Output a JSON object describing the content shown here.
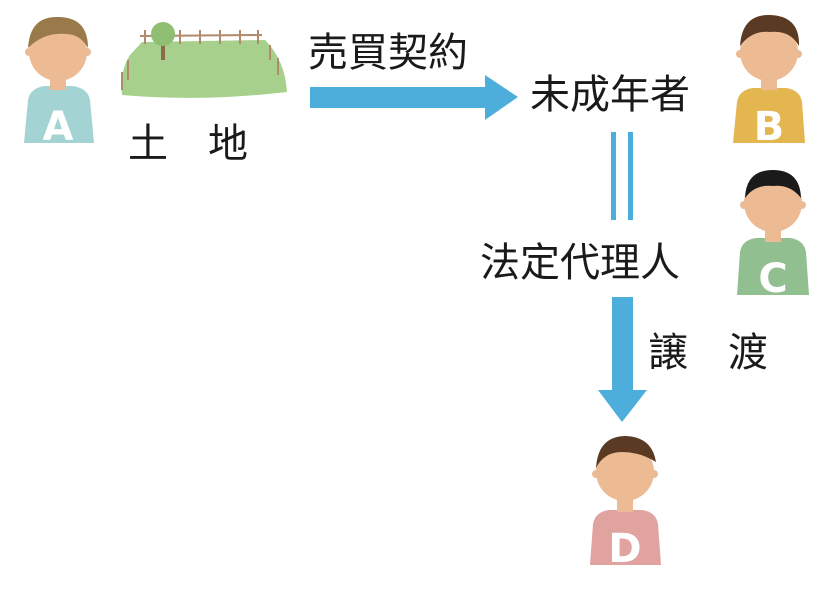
{
  "persons": [
    {
      "id": "A",
      "letter": "A",
      "body_color": "#a3d3d3",
      "hair_color": "#9a7a4a"
    },
    {
      "id": "B",
      "letter": "B",
      "body_color": "#e3b64f",
      "hair_color": "#5a3a22"
    },
    {
      "id": "C",
      "letter": "C",
      "body_color": "#92bf8f",
      "hair_color": "#1a1a1a"
    },
    {
      "id": "D",
      "letter": "D",
      "body_color": "#e0a3a0",
      "hair_color": "#5a3a22"
    }
  ],
  "labels": {
    "land": "土　地",
    "sale_contract": "売買契約",
    "minor": "未成年者",
    "legal_representative": "法定代理人",
    "transfer": "譲　渡"
  },
  "colors": {
    "arrow": "#4eaedb",
    "land": "#a6d08c",
    "skin": "#ecbb94"
  }
}
